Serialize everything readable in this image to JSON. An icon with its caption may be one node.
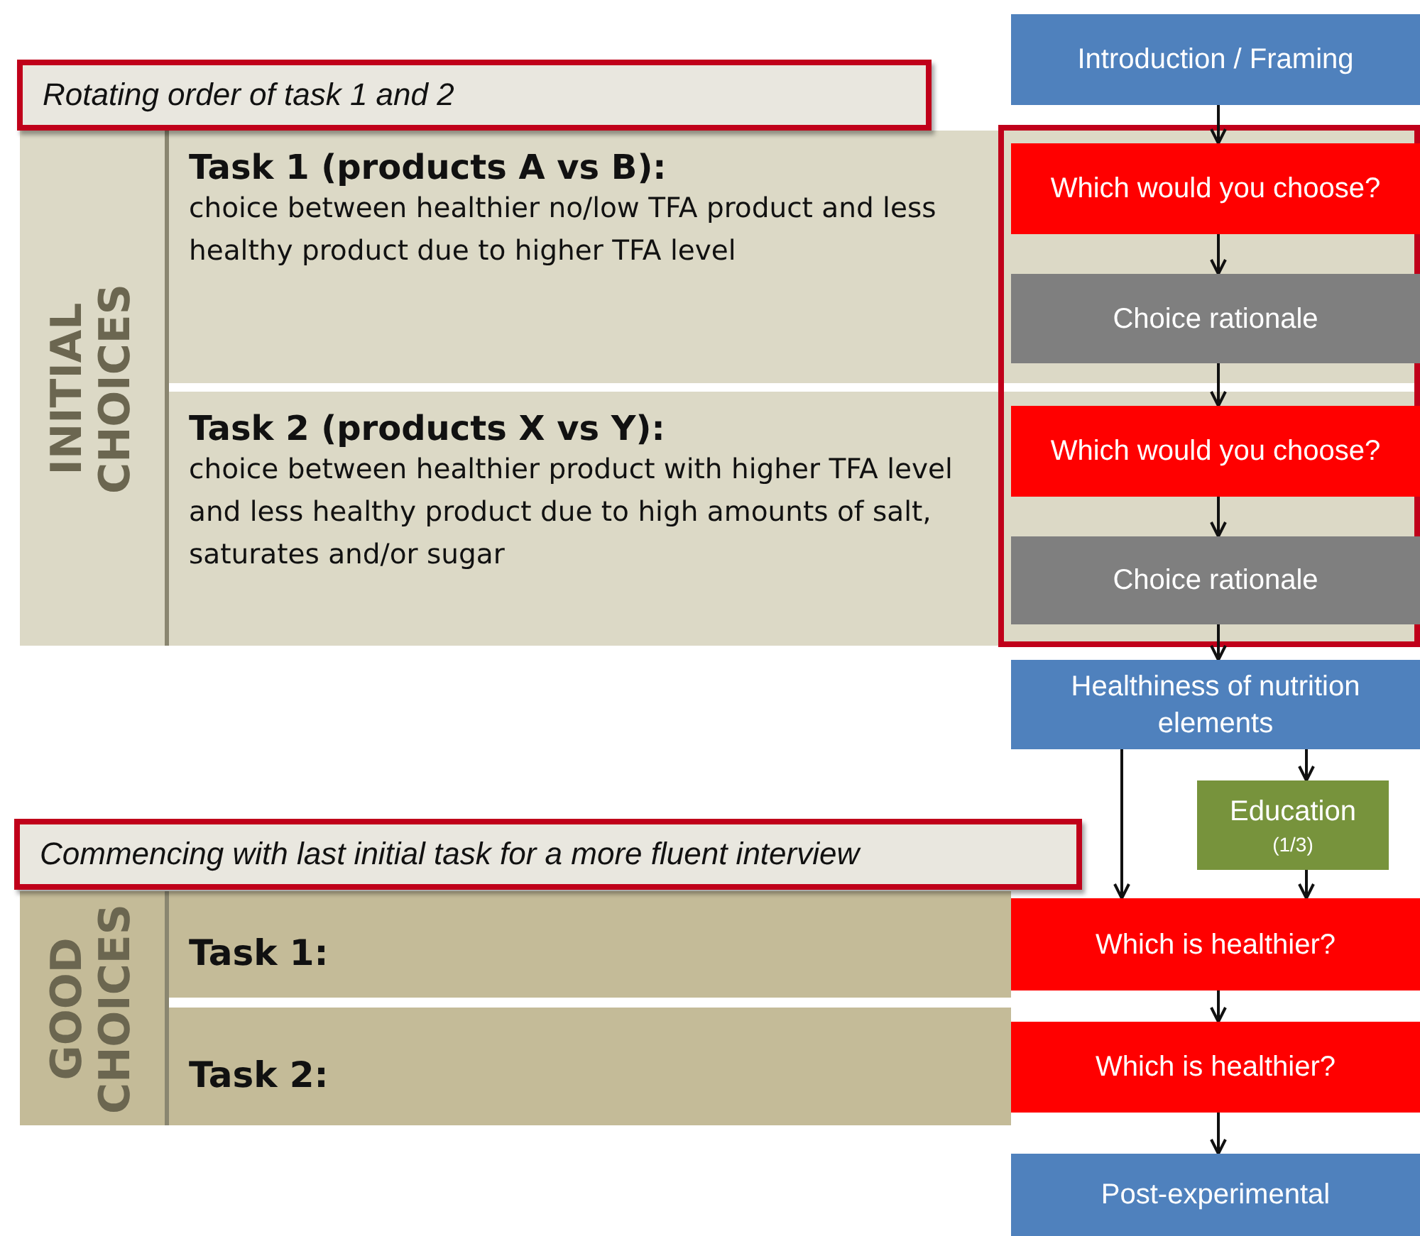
{
  "diagram": {
    "nodes": [
      {
        "text": [
          "Rotating order of task 1 and 2"
        ]
      },
      {
        "text": [
          "INITIAL CHOICES"
        ]
      },
      {
        "text": [
          "Task 1 (products A vs B):",
          "choice between healthier no/low TFA product and less healthy product due to higher TFA level"
        ]
      },
      {
        "text": [
          "Task 2 (products X vs Y):",
          "choice between healthier product with higher TFA level and less healthy product due to high amounts of salt, saturates and/or sugar"
        ]
      },
      {
        "text": [
          "Introduction / Framing"
        ]
      },
      {
        "text": [],
        "shape": "box"
      },
      {
        "text": [
          "Which would you choose?"
        ],
        "in": 5
      },
      {
        "text": [
          "Choice rationale"
        ],
        "in": 5
      },
      {
        "text": [
          "Which would you choose?"
        ],
        "in": 5
      },
      {
        "text": [
          "Choice rationale"
        ],
        "in": 5
      },
      {
        "text": [
          "Healthiness of nutrition elements"
        ]
      },
      {
        "text": [
          "Education",
          "(1/3)"
        ]
      },
      {
        "text": [
          "Commencing with last initial task for a more fluent interview"
        ]
      },
      {
        "text": [
          "GOOD CHOICES"
        ]
      },
      {
        "text": [
          "Task 1:"
        ]
      },
      {
        "text": [
          "Task 2:"
        ]
      },
      {
        "text": [
          "Which is healthier?"
        ]
      },
      {
        "text": [
          "Which is healthier?"
        ]
      },
      {
        "text": [
          "Post-experimental"
        ]
      }
    ],
    "edges": [
      {
        "from": 4,
        "to": 6,
        "arrow": "to"
      },
      {
        "from": 6,
        "to": 7,
        "arrow": "to"
      },
      {
        "from": 7,
        "to": 8,
        "arrow": "to"
      },
      {
        "from": 8,
        "to": 9,
        "arrow": "to"
      },
      {
        "from": 9,
        "to": 10,
        "arrow": "to"
      },
      {
        "from": 10,
        "to": 16,
        "arrow": "to"
      },
      {
        "from": 10,
        "to": 11,
        "arrow": "to"
      },
      {
        "from": 11,
        "to": 16,
        "arrow": "to"
      },
      {
        "from": 16,
        "to": 17,
        "arrow": "to"
      },
      {
        "from": 17,
        "to": 18,
        "arrow": "to"
      }
    ]
  }
}
